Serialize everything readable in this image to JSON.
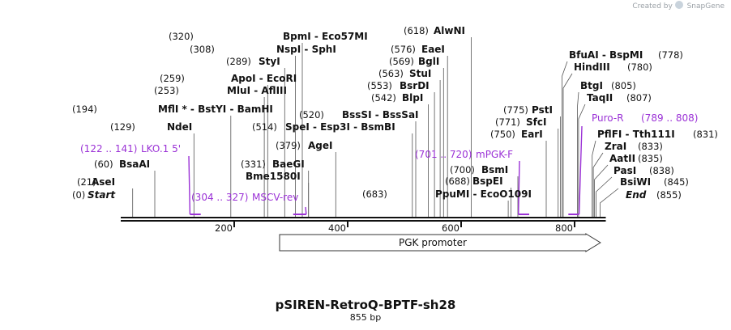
{
  "credit": {
    "prefix": "Created by",
    "brand": "SnapGene"
  },
  "title": "pSIREN-RetroQ-BPTF-sh28",
  "subtitle": "855 bp",
  "colors": {
    "primer": "#9b32d6",
    "line": "#555555",
    "backbone": "#111111"
  },
  "axis": {
    "ticks": [
      {
        "label": "200",
        "bp": 200
      },
      {
        "label": "400",
        "bp": 400
      },
      {
        "label": "600",
        "bp": 600
      },
      {
        "label": "800",
        "bp": 800
      }
    ]
  },
  "sites": [
    {
      "pos": "(0)",
      "name": "Start",
      "italic": true,
      "bp": 0
    },
    {
      "pos": "(21)",
      "name": "AseI",
      "bp": 21
    },
    {
      "pos": "(60)",
      "name": "BsaAI",
      "bp": 60
    },
    {
      "pos": "(129)",
      "name": "NdeI",
      "bp": 129
    },
    {
      "pos": "(194)",
      "name": "MflI *  -  BstYI  -  BamHI",
      "bp": 194
    },
    {
      "pos": "(253)",
      "name": "MluI  -  AflIII",
      "bp": 253
    },
    {
      "pos": "(259)",
      "name": "ApoI  -  EcoRI",
      "bp": 259
    },
    {
      "pos": "(289)",
      "name": "StyI",
      "bp": 289
    },
    {
      "pos": "(308)",
      "name": "NspI  -  SphI",
      "bp": 308
    },
    {
      "pos": "(320)",
      "name": "BpmI  -  Eco57MI",
      "bp": 320
    },
    {
      "pos": "(331)",
      "name": "BaeGI",
      "bp": 331
    },
    {
      "pos": "",
      "name": "Bme1580I",
      "bp": 331
    },
    {
      "pos": "(379)",
      "name": "AgeI",
      "bp": 379
    },
    {
      "pos": "(514)",
      "name": "SpeI  -  Esp3I  -  BsmBI",
      "bp": 514
    },
    {
      "pos": "(520)",
      "name": "BssSI  -  BssSaI",
      "bp": 520
    },
    {
      "pos": "(542)",
      "name": "BlpI",
      "bp": 542
    },
    {
      "pos": "(553)",
      "name": "BsrDI",
      "bp": 553
    },
    {
      "pos": "(563)",
      "name": "StuI",
      "bp": 563
    },
    {
      "pos": "(569)",
      "name": "BglI",
      "bp": 569
    },
    {
      "pos": "(576)",
      "name": "EaeI",
      "bp": 576
    },
    {
      "pos": "(618)",
      "name": "AlwNI",
      "bp": 618
    },
    {
      "pos": "(683)",
      "name": "PpuMI  -  EcoO109I",
      "bp": 683
    },
    {
      "pos": "(688)",
      "name": "BspEI",
      "bp": 688
    },
    {
      "pos": "(700)",
      "name": "BsmI",
      "bp": 700
    },
    {
      "pos": "(750)",
      "name": "EarI",
      "bp": 750
    },
    {
      "pos": "(771)",
      "name": "SfcI",
      "bp": 771
    },
    {
      "pos": "(775)",
      "name": "PstI",
      "bp": 775
    },
    {
      "pos": "(778)",
      "name": "BfuAI  -  BspMI",
      "bp": 778,
      "side": "right"
    },
    {
      "pos": "(780)",
      "name": "HindIII",
      "bp": 780,
      "side": "right"
    },
    {
      "pos": "(805)",
      "name": "BtgI",
      "bp": 805,
      "side": "right"
    },
    {
      "pos": "(807)",
      "name": "TaqII",
      "bp": 807,
      "side": "right"
    },
    {
      "pos": "(831)",
      "name": "PflFI  -  Tth111I",
      "bp": 831,
      "side": "right"
    },
    {
      "pos": "(833)",
      "name": "ZraI",
      "bp": 833,
      "side": "right"
    },
    {
      "pos": "(835)",
      "name": "AatII",
      "bp": 835,
      "side": "right"
    },
    {
      "pos": "(838)",
      "name": "PasI",
      "bp": 838,
      "side": "right"
    },
    {
      "pos": "(845)",
      "name": "BsiWI",
      "bp": 845,
      "side": "right"
    },
    {
      "pos": "(855)",
      "name": "End",
      "italic": true,
      "bp": 855,
      "side": "right"
    }
  ],
  "primers": [
    {
      "range": "(122 .. 141)",
      "name": "LKO.1 5'",
      "start": 122,
      "end": 141,
      "dir": "fwd"
    },
    {
      "range": "(304 .. 327)",
      "name": "MSCV-rev",
      "start": 304,
      "end": 327,
      "dir": "rev"
    },
    {
      "range": "(701 .. 720)",
      "name": "mPGK-F",
      "start": 701,
      "end": 720,
      "dir": "fwd"
    },
    {
      "range": "(789 .. 808)",
      "name": "Puro-R",
      "start": 789,
      "end": 808,
      "dir": "rev"
    }
  ],
  "features": [
    {
      "name": "PGK promoter",
      "start": 290,
      "end": 857,
      "direction": "forward"
    }
  ]
}
